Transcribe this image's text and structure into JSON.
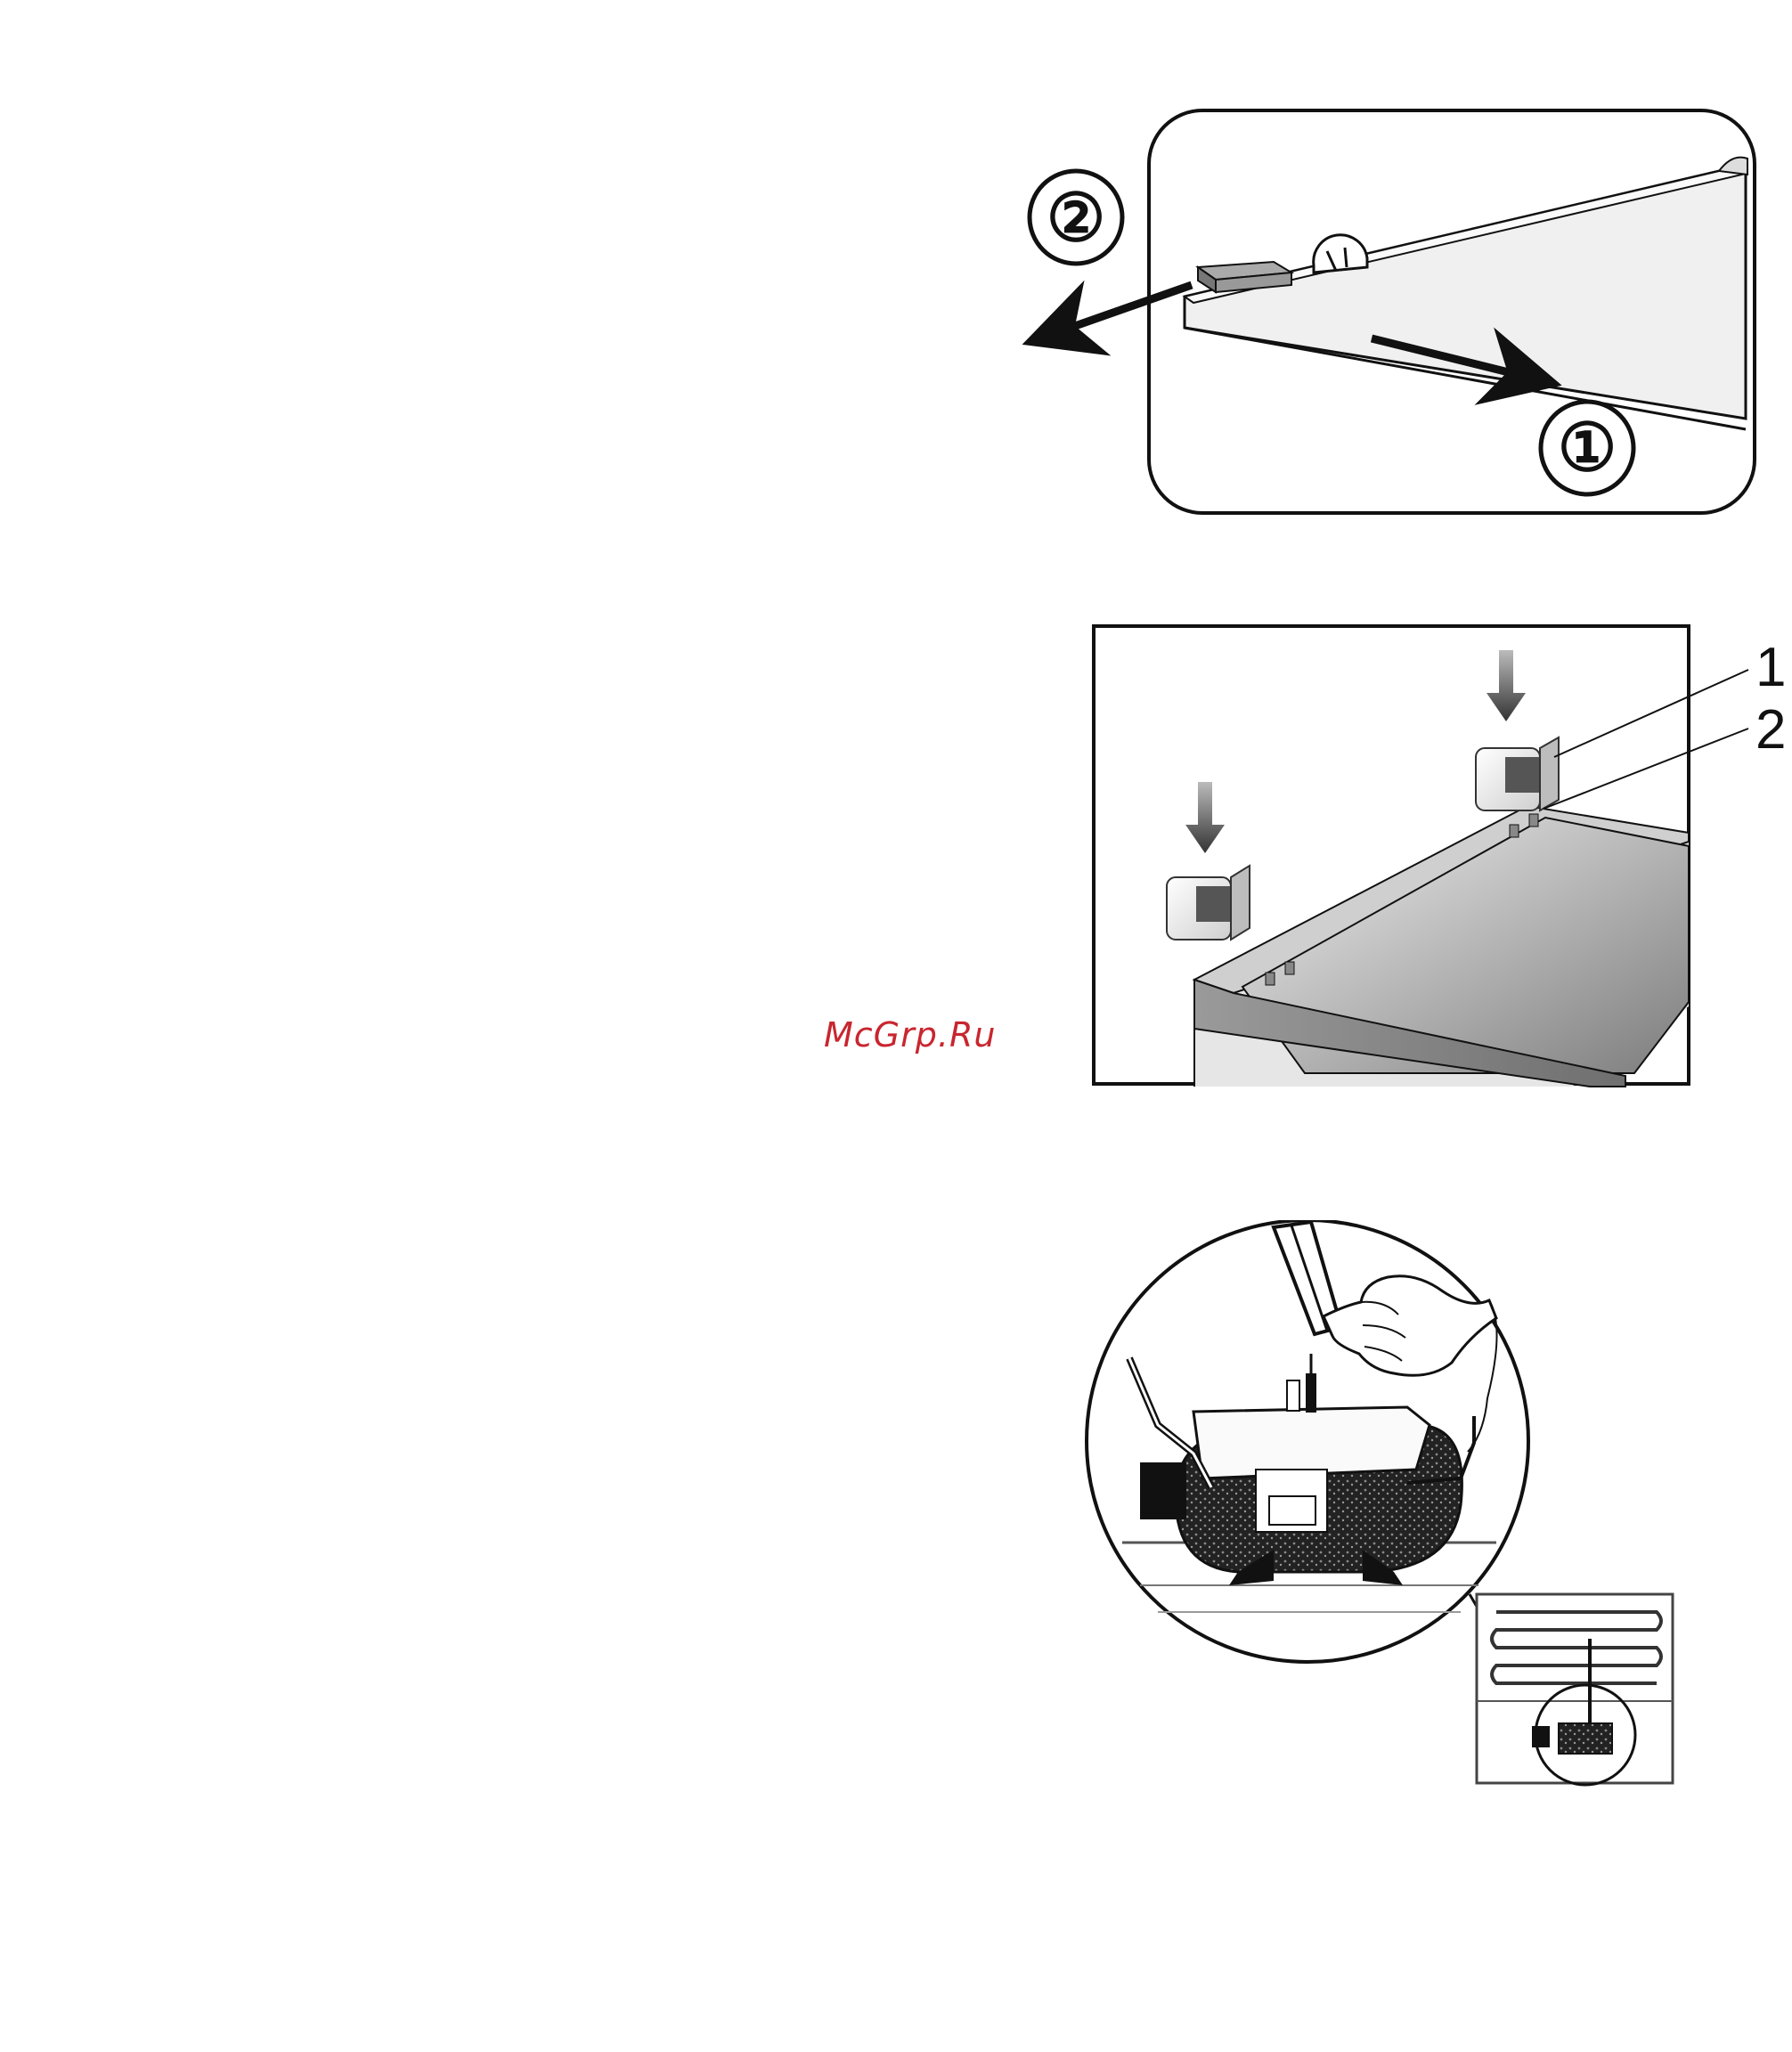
{
  "watermark": {
    "text": "McGrp.Ru",
    "color": "#c8262f"
  },
  "figure1": {
    "step_a": "②",
    "step_b": "①"
  },
  "figure2": {
    "callout_1": "1",
    "callout_2": "2"
  },
  "colors": {
    "ink": "#111111",
    "panel": "#f1f1f1",
    "metal_dark": "#8a8a8a",
    "metal_light": "#e4e4e4"
  }
}
